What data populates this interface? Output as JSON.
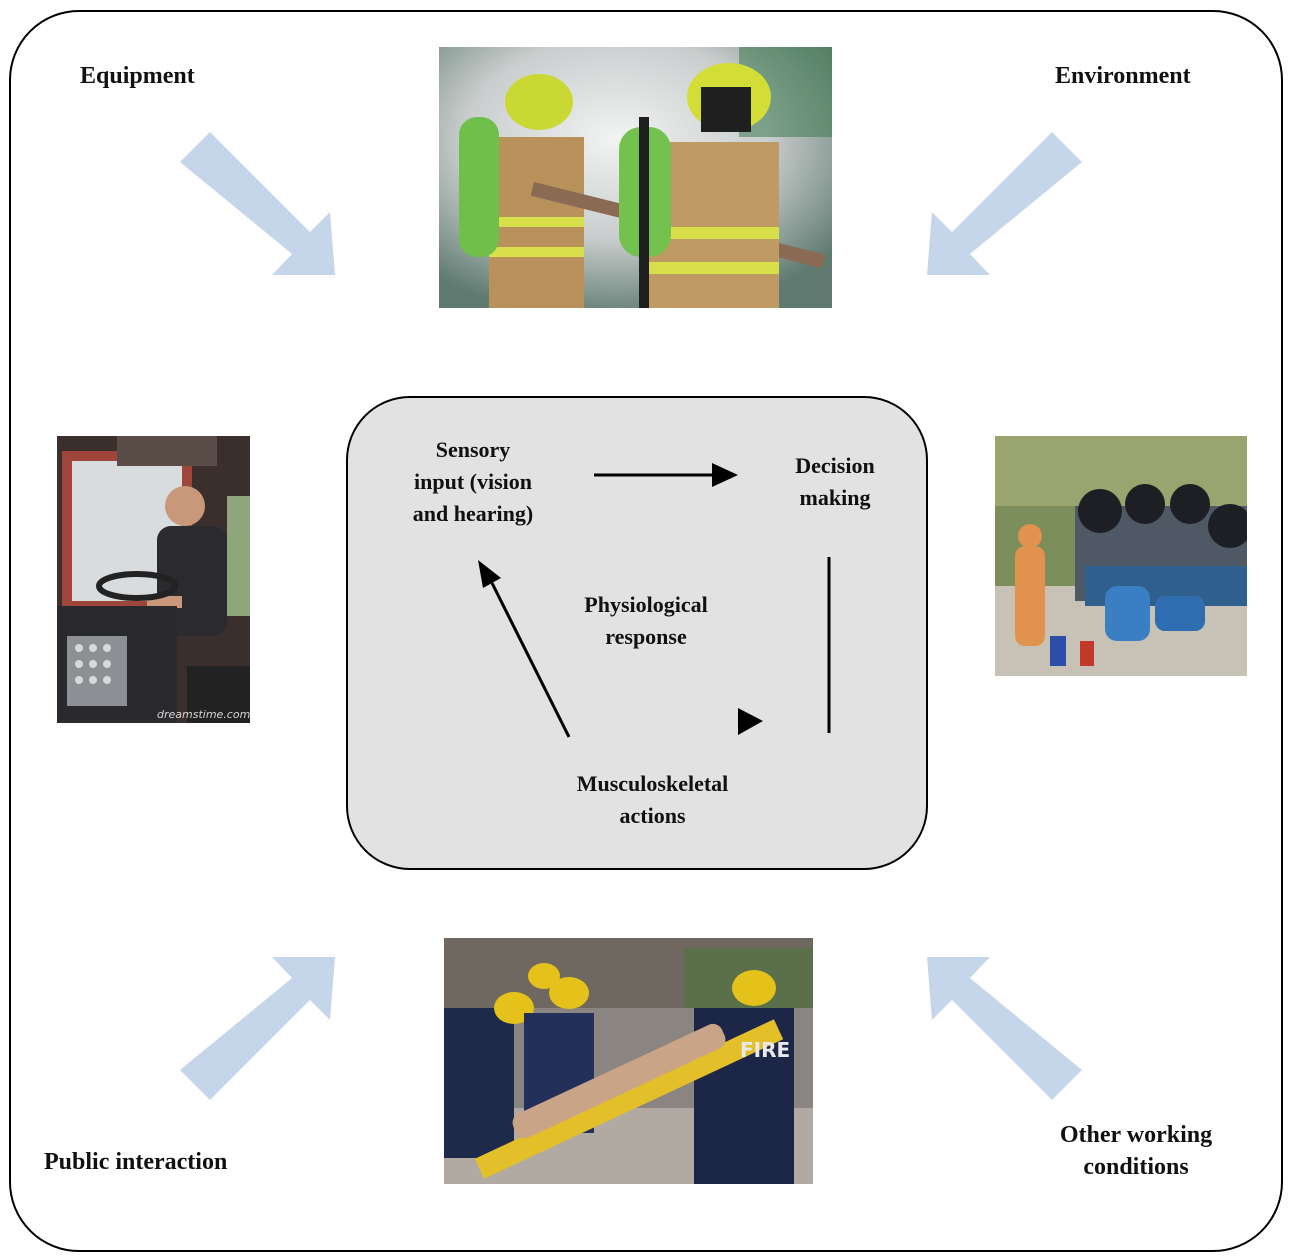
{
  "factors": {
    "equipment": "Equipment",
    "environment": "Environment",
    "public_interaction": "Public interaction",
    "other_working_conditions": "Other working\nconditions"
  },
  "cycle": {
    "sensory_input": "Sensory\ninput (vision\nand hearing)",
    "decision_making": "Decision\nmaking",
    "physiological_response": "Physiological\nresponse",
    "musculoskeletal_actions": "Musculoskeletal\nactions"
  },
  "photos": {
    "top": "firefighters-breathing-apparatus-photo",
    "left": "fire-truck-driver-photo",
    "right": "overturned-truck-hazmat-photo",
    "bottom": "stretcher-rescue-photo",
    "left_watermark": "dreamstime.com",
    "bottom_jacket_text": "FIRE"
  },
  "colors": {
    "arrow_fill": "#c5d6ea",
    "center_box_fill": "#e2e2e2",
    "line": "#000000"
  }
}
